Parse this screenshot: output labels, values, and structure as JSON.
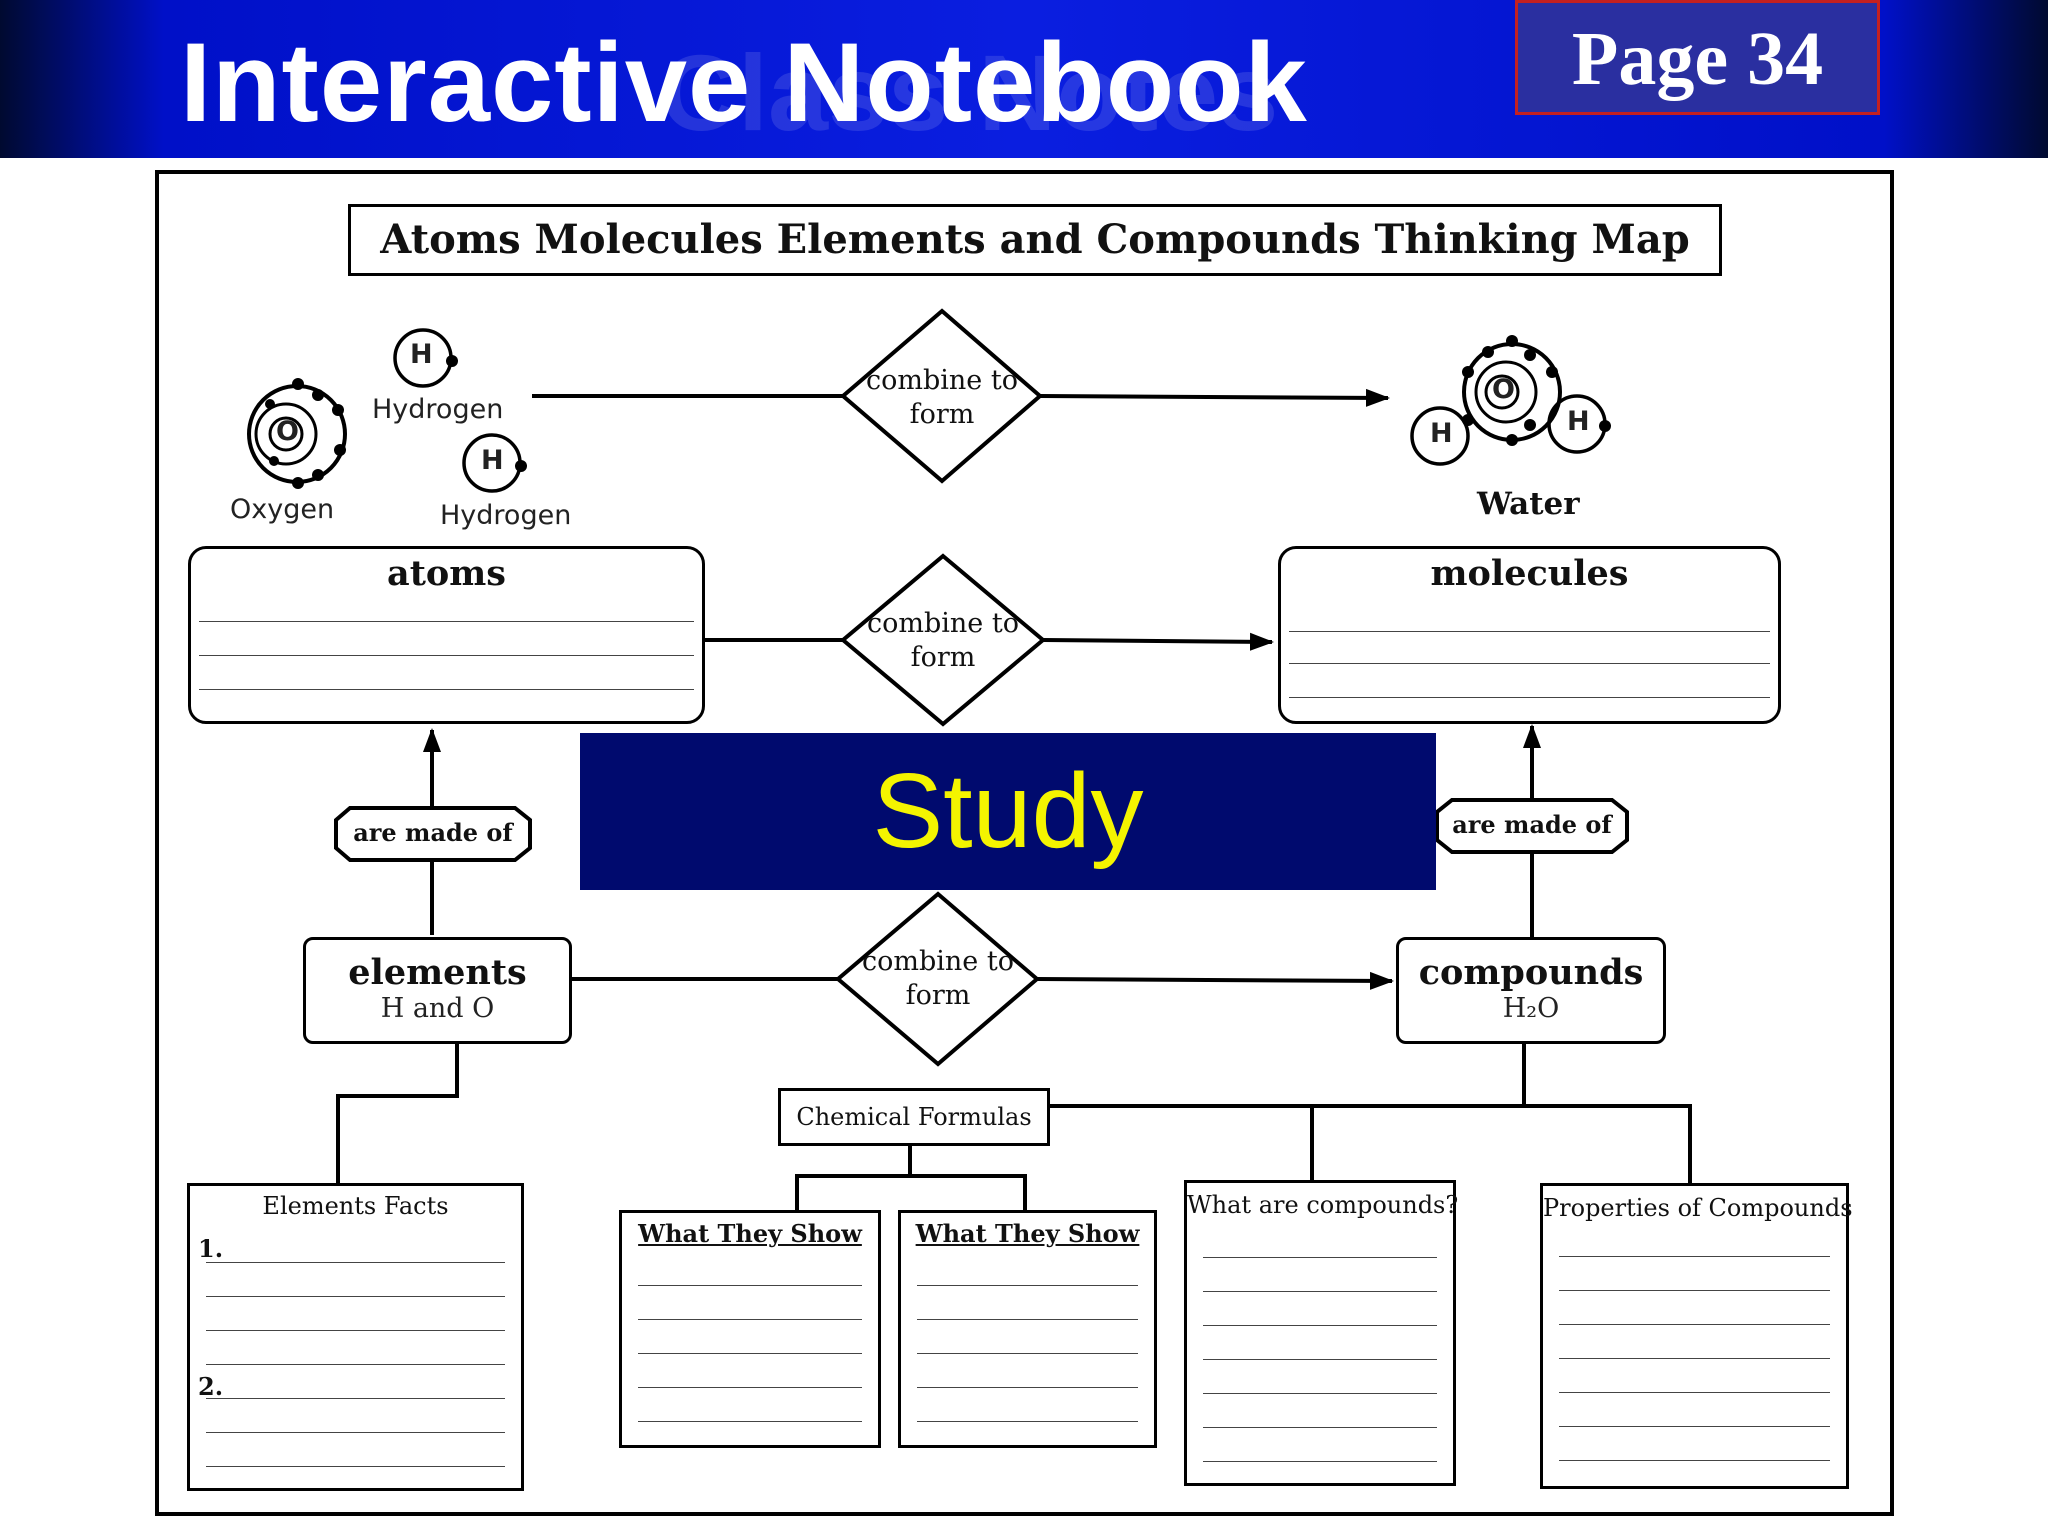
{
  "header": {
    "title": "Interactive Notebook",
    "ghost_text": "Class Notes",
    "page_label": "Page 34"
  },
  "diagram": {
    "title": "Atoms Molecules Elements and Compounds Thinking Map",
    "atoms_row": {
      "oxygen_label": "Oxygen",
      "hydrogen_label_1": "Hydrogen",
      "hydrogen_label_2": "Hydrogen",
      "atom_symbol_o": "O",
      "atom_symbol_h": "H",
      "connector_1": [
        "combine to",
        "form"
      ],
      "water_label": "Water"
    },
    "atoms_box": {
      "title": "atoms"
    },
    "molecules_box": {
      "title": "molecules"
    },
    "connector_2": [
      "combine to",
      "form"
    ],
    "left_made_of": "are made of",
    "right_made_of": "are made of",
    "study_banner": "Study",
    "elements_box": {
      "title": "elements",
      "subtitle": "H and O"
    },
    "compounds_box": {
      "title": "compounds",
      "subtitle": "H₂O"
    },
    "connector_3": [
      "combine to",
      "form"
    ],
    "chemical_formulas": "Chemical Formulas",
    "elements_facts": {
      "title": "Elements Facts",
      "item1": "1.",
      "item2": "2."
    },
    "what_they_show_1": "What They Show",
    "what_they_show_2": "What They Show",
    "what_are_compounds": "What are compounds?",
    "properties_of_compounds": "Properties of Compounds"
  },
  "colors": {
    "header_blue": "#0a1ee0",
    "page_box_bg": "#2a2fa0",
    "page_box_border": "#c42020",
    "study_bg": "#000a6e",
    "study_text": "#f4f400"
  }
}
